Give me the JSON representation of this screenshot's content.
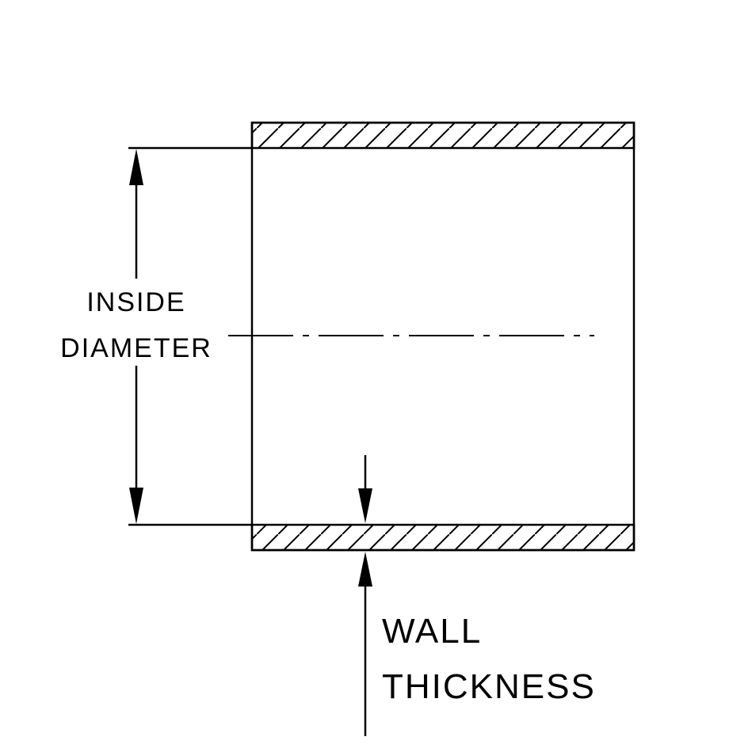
{
  "diagram": {
    "title": "tube cross-section dimension diagram",
    "labels": {
      "inside_diameter_line1": "INSIDE",
      "inside_diameter_line2": "DIAMETER",
      "wall_thickness_line1": "WALL",
      "wall_thickness_line2": "THICKNESS"
    },
    "colors": {
      "line": "#000000",
      "background": "#ffffff"
    }
  }
}
